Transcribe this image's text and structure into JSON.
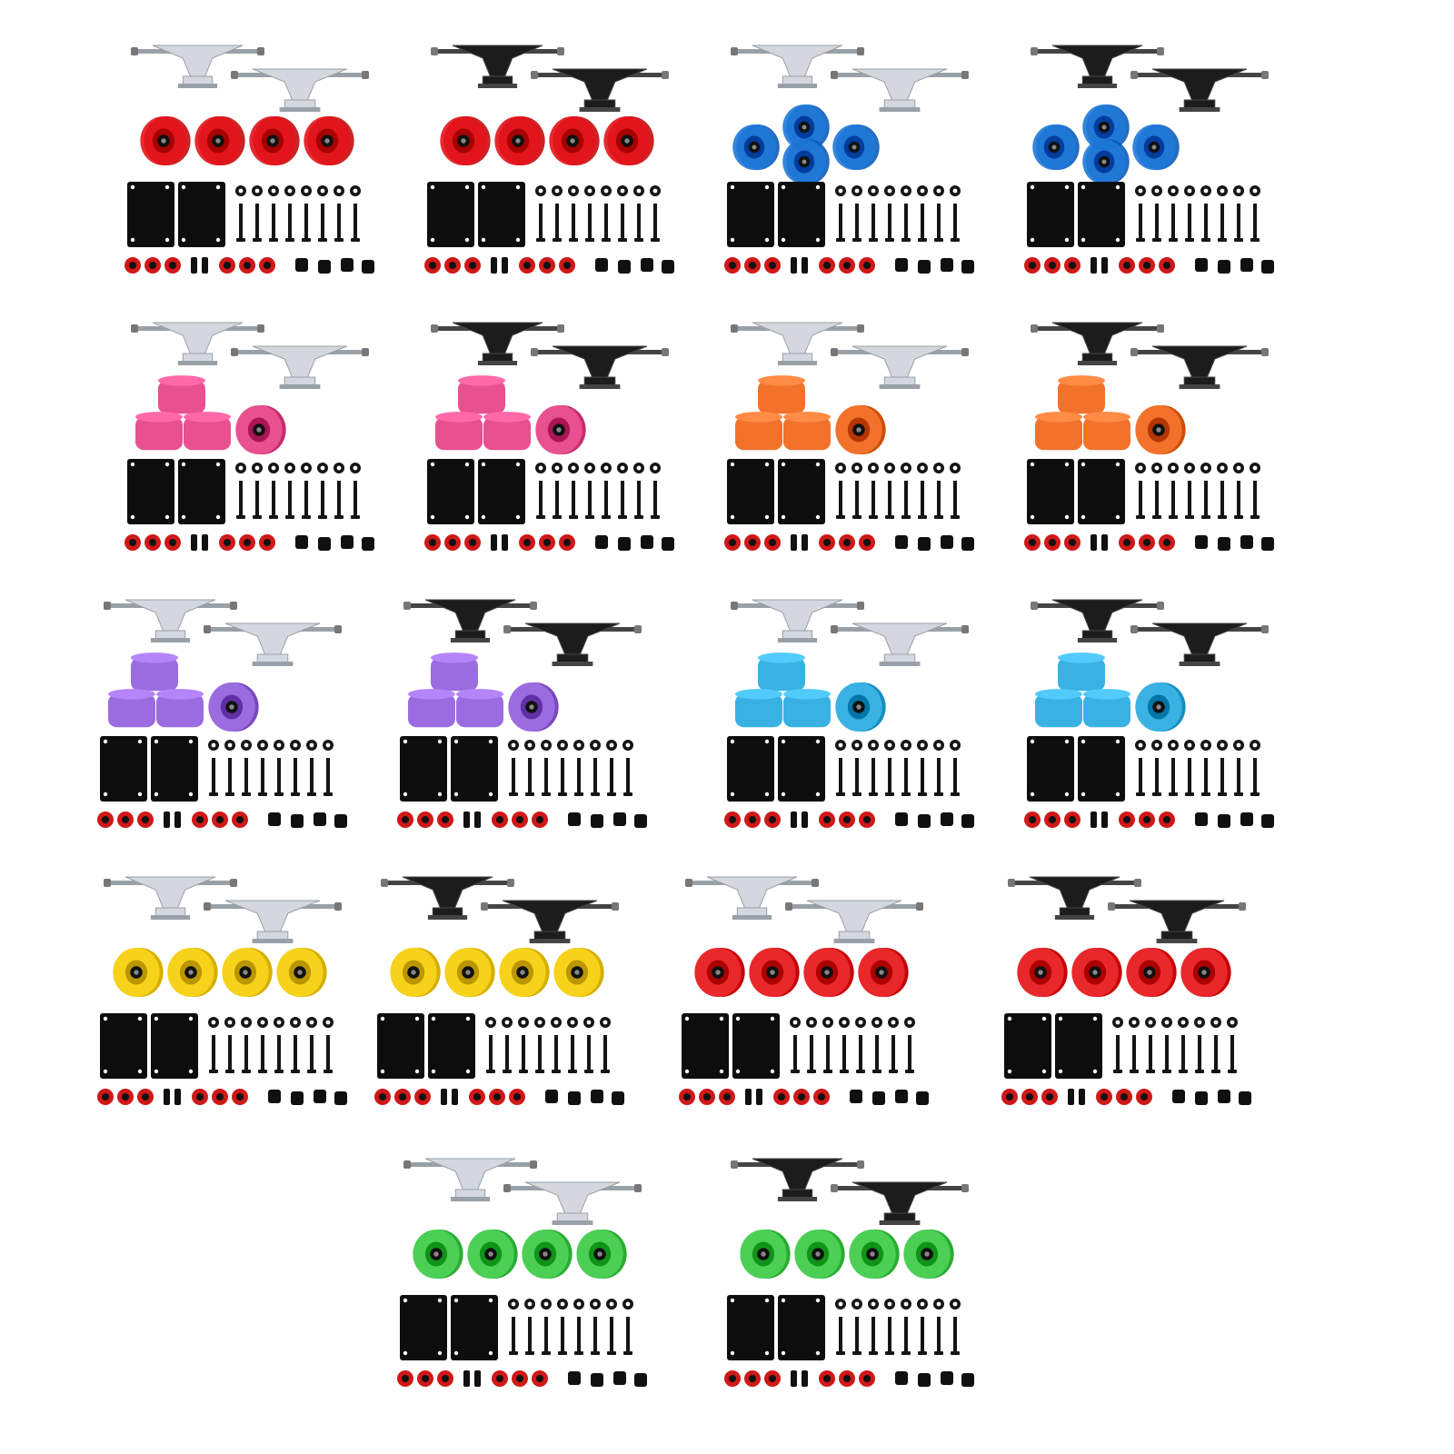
{
  "image": {
    "description_tag": "product-grid",
    "kit_count": 18
  },
  "colors": {
    "truck_silver": "#d4d8de",
    "truck_silver_dark": "#9aa0a8",
    "truck_black": "#1c1c1c",
    "truck_black_hi": "#444444",
    "riser_pad": "#0d0d0d",
    "hardware": "#151515",
    "bearing_red": "#d01818",
    "bearing_dark": "#111111",
    "bushing": "#101010"
  },
  "kits": [
    {
      "truck": "silver",
      "wheel_color": "#e3141b",
      "wheel_style": "translucent-row"
    },
    {
      "truck": "black",
      "wheel_color": "#e3141b",
      "wheel_style": "translucent-row"
    },
    {
      "truck": "silver",
      "wheel_color": "#1f78d8",
      "wheel_style": "translucent-cluster"
    },
    {
      "truck": "black",
      "wheel_color": "#1f78d8",
      "wheel_style": "translucent-cluster"
    },
    {
      "truck": "silver",
      "wheel_color": "#e8508f",
      "wheel_style": "stack"
    },
    {
      "truck": "black",
      "wheel_color": "#e8508f",
      "wheel_style": "stack"
    },
    {
      "truck": "silver",
      "wheel_color": "#f2722b",
      "wheel_style": "stack"
    },
    {
      "truck": "black",
      "wheel_color": "#f2722b",
      "wheel_style": "stack"
    },
    {
      "truck": "silver",
      "wheel_color": "#9b6ce0",
      "wheel_style": "stack"
    },
    {
      "truck": "black",
      "wheel_color": "#9b6ce0",
      "wheel_style": "stack"
    },
    {
      "truck": "silver",
      "wheel_color": "#39b1e3",
      "wheel_style": "stack"
    },
    {
      "truck": "black",
      "wheel_color": "#39b1e3",
      "wheel_style": "stack"
    },
    {
      "truck": "silver",
      "wheel_color": "#f7d21b",
      "wheel_style": "row"
    },
    {
      "truck": "black",
      "wheel_color": "#f7d21b",
      "wheel_style": "row"
    },
    {
      "truck": "silver",
      "wheel_color": "#e8282a",
      "wheel_style": "row"
    },
    {
      "truck": "black",
      "wheel_color": "#e8282a",
      "wheel_style": "row"
    },
    {
      "truck": "silver",
      "wheel_color": "#4ccf55",
      "wheel_style": "row"
    },
    {
      "truck": "black",
      "wheel_color": "#4ccf55",
      "wheel_style": "row"
    }
  ]
}
